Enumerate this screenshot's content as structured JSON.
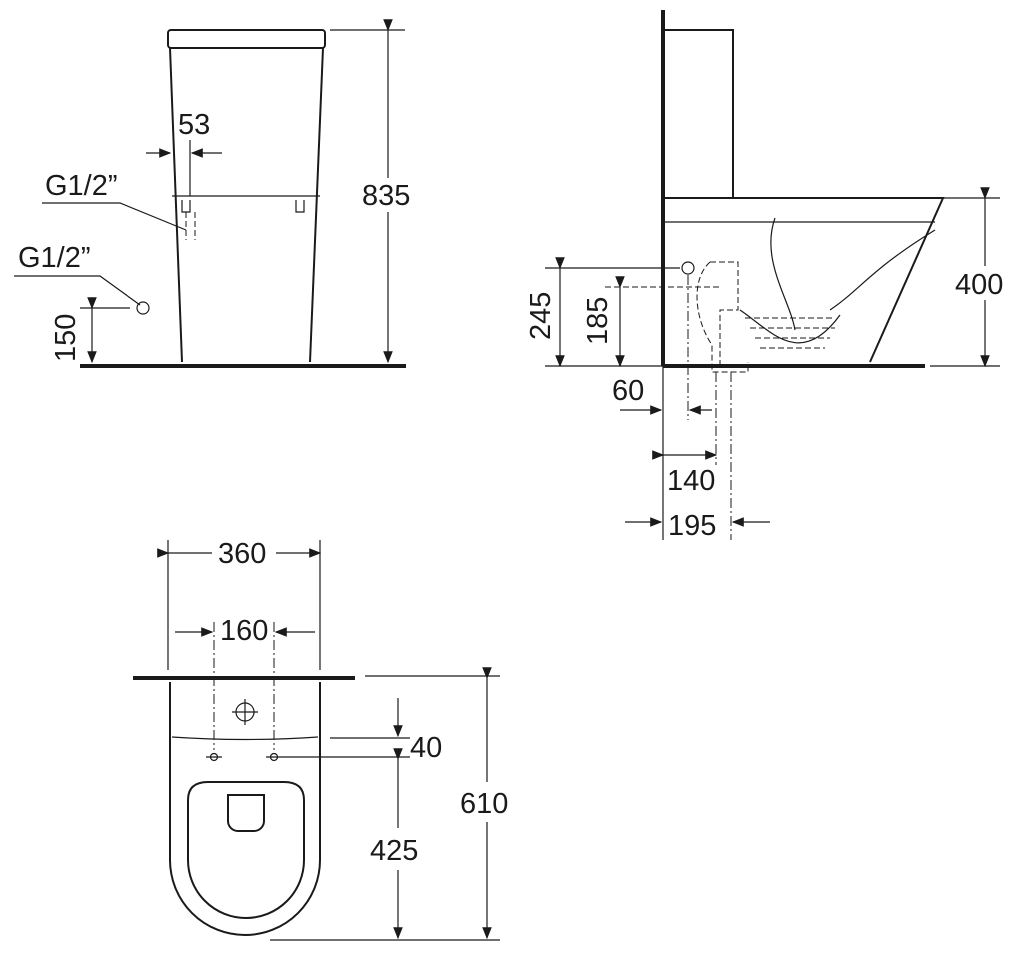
{
  "front_view": {
    "height_total": "835",
    "inlet_offset": "53",
    "inlet_thread_tank": "G1/2”",
    "inlet_thread_wall": "G1/2”",
    "inlet_height": "150"
  },
  "side_view": {
    "seat_height": "400",
    "outlet_upper": "245",
    "outlet_lower": "185",
    "dist_60": "60",
    "dist_140": "140",
    "dist_195": "195"
  },
  "top_view": {
    "width": "360",
    "fixing_spacing": "160",
    "fixing_offset": "40",
    "fixing_to_front": "425",
    "depth": "610"
  },
  "colors": {
    "line": "#1a1a1a",
    "background": "#ffffff"
  }
}
